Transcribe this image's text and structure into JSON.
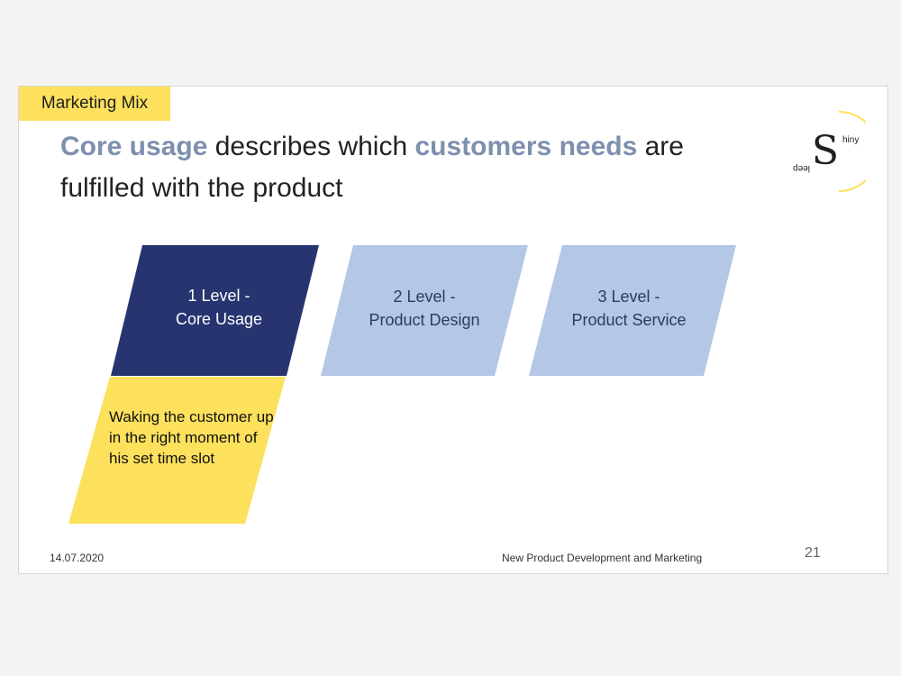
{
  "section_tag": "Marketing Mix",
  "headline": {
    "part1": "Core usage",
    "part2": " describes which ",
    "part3": "customers needs",
    "part4": " are fulfilled with the product"
  },
  "logo": {
    "letter": "S",
    "word_top": "hiny",
    "word_bottom": "leep"
  },
  "levels": [
    {
      "line1": "1 Level -",
      "line2": "Core Usage"
    },
    {
      "line1": "2 Level -",
      "line2": "Product Design"
    },
    {
      "line1": "3 Level -",
      "line2": "Product Service"
    }
  ],
  "description": "Waking the customer up in the right moment of his set time slot",
  "footer": {
    "date": "14.07.2020",
    "title": "New Product Development and Marketing",
    "page": "21"
  },
  "colors": {
    "accent_yellow": "#fde05c",
    "navy": "#273470",
    "light_blue": "#b4c7e7",
    "highlight": "#7d90ac"
  }
}
